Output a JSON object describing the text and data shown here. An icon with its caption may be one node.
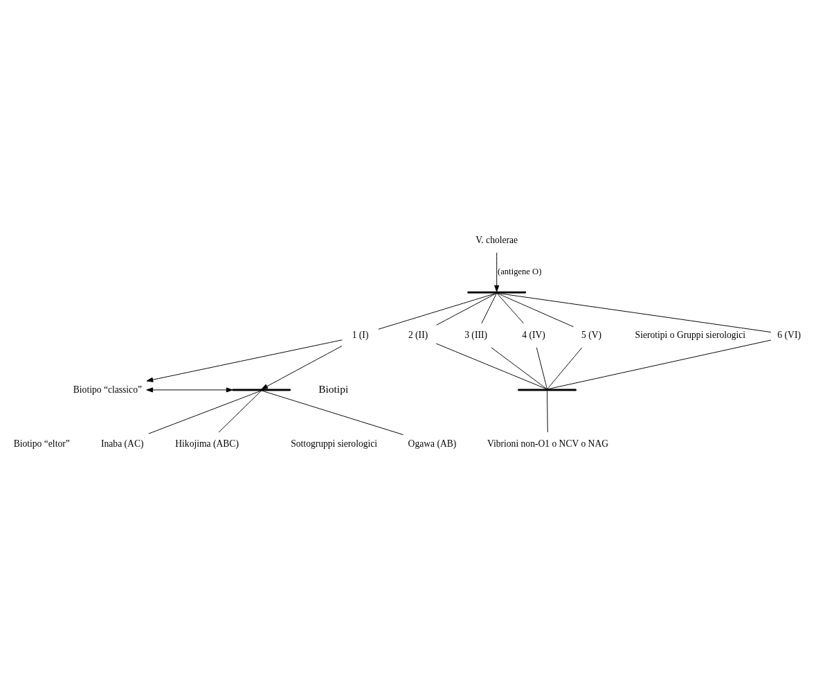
{
  "diagram": {
    "nodes": [
      {
        "text": [
          "V. cholerae"
        ]
      },
      {
        "text": [],
        "shape": "bar"
      },
      {
        "text": [
          "1 (I)"
        ]
      },
      {
        "text": [
          "2 (II)"
        ]
      },
      {
        "text": [
          "3 (III)"
        ]
      },
      {
        "text": [
          "4 (IV)"
        ]
      },
      {
        "text": [
          "5 (V)"
        ]
      },
      {
        "text": [
          "6 (VI)"
        ]
      },
      {
        "text": [],
        "shape": "bar"
      },
      {
        "text": [
          "Vibrioni non-O1 o NCV o NAG"
        ]
      },
      {
        "text": [
          "Biotipo “classico”"
        ]
      },
      {
        "text": [
          "Biotipo “eltor”"
        ]
      },
      {
        "text": [],
        "shape": "bar"
      },
      {
        "text": [
          "Ogawa (AB)"
        ]
      },
      {
        "text": [
          "Inaba (AC)"
        ]
      },
      {
        "text": [
          "Hikojima (ABC)"
        ]
      }
    ],
    "edges": [
      {
        "from": 0,
        "to": 1,
        "arrow": "to",
        "label": "(antigene O)"
      },
      {
        "from": 1,
        "to": 2,
        "arrow": "none"
      },
      {
        "from": 1,
        "to": 3,
        "arrow": "none"
      },
      {
        "from": 1,
        "to": 4,
        "arrow": "none"
      },
      {
        "from": 1,
        "to": 5,
        "arrow": "none"
      },
      {
        "from": 1,
        "to": 6,
        "arrow": "none"
      },
      {
        "from": 1,
        "to": 7,
        "arrow": "none"
      },
      {
        "from": 3,
        "to": 8,
        "arrow": "none"
      },
      {
        "from": 4,
        "to": 8,
        "arrow": "none"
      },
      {
        "from": 5,
        "to": 8,
        "arrow": "none"
      },
      {
        "from": 6,
        "to": 8,
        "arrow": "none"
      },
      {
        "from": 7,
        "to": 8,
        "arrow": "none"
      },
      {
        "from": 8,
        "to": 9,
        "arrow": "none"
      },
      {
        "from": 2,
        "to": 10,
        "arrow": "to"
      },
      {
        "from": 2,
        "to": 12,
        "arrow": "to"
      },
      {
        "from": 10,
        "to": 12,
        "arrow": "both"
      },
      {
        "from": 12,
        "to": 13,
        "arrow": "none"
      },
      {
        "from": 12,
        "to": 14,
        "arrow": "none"
      },
      {
        "from": 12,
        "to": 15,
        "arrow": "none"
      }
    ],
    "labels": [
      "Sierotipi o Gruppi sierologici",
      "Biotipi",
      "Sottogruppi sierologici"
    ]
  }
}
